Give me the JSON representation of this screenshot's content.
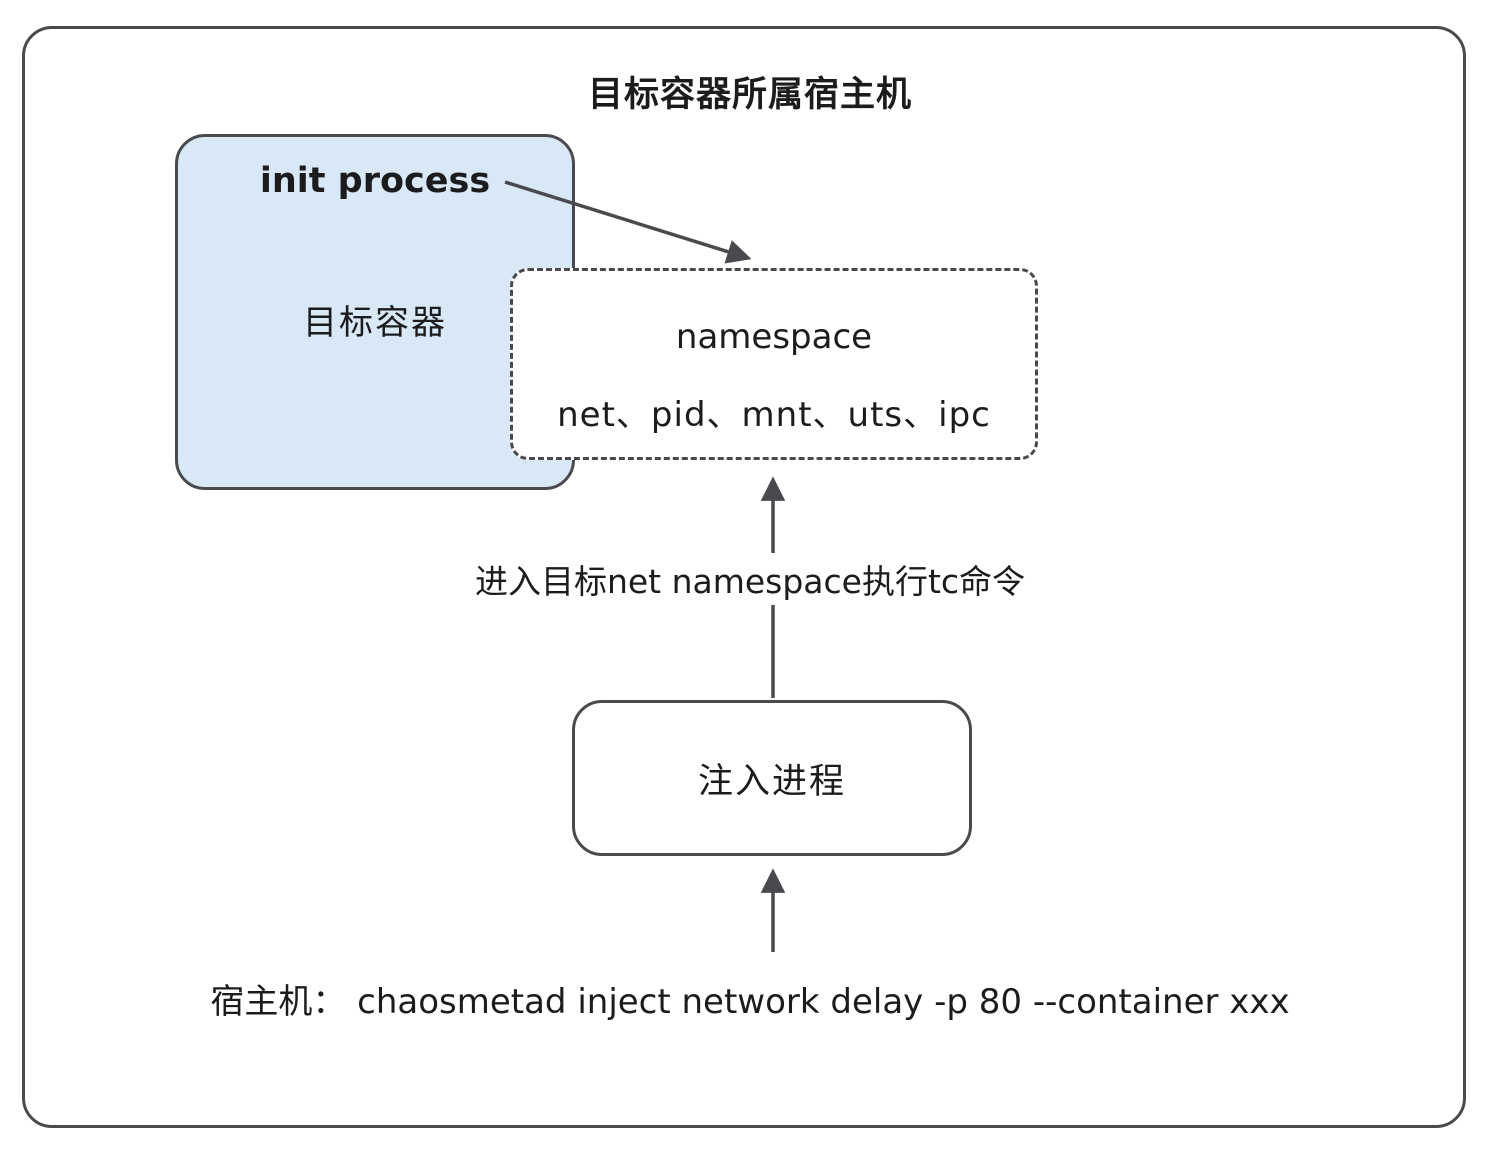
{
  "diagram": {
    "title": "目标容器所属宿主机",
    "container_box": {
      "init_process_label": "init process",
      "label": "目标容器"
    },
    "namespace_box": {
      "title": "namespace",
      "items": "net、pid、mnt、uts、ipc"
    },
    "arrow_label": "进入目标net namespace执行tc命令",
    "inject_box": {
      "label": "注入进程"
    },
    "bottom_command": "宿主机： chaosmetad inject network delay -p 80 --container xxx"
  },
  "colors": {
    "border": "#4a4a4e",
    "container_fill": "#d9e8f7",
    "text": "#1c1c1e",
    "background": "#ffffff"
  }
}
